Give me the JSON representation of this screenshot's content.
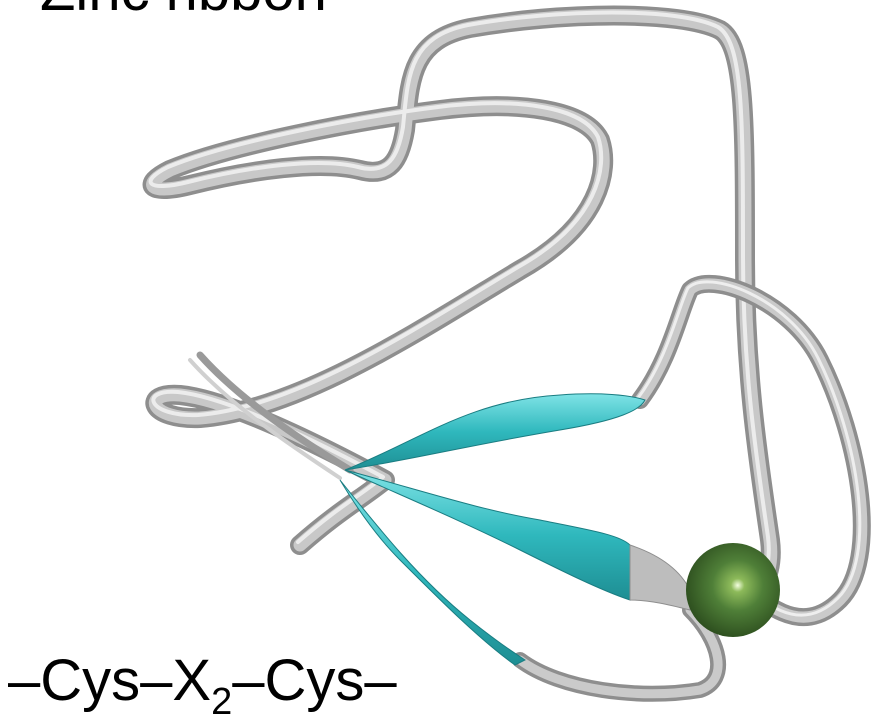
{
  "title_partial": "Zinc ribbon",
  "motif": {
    "lead": "–Cys–X",
    "subscript": "2",
    "tail": "–Cys–"
  },
  "colors": {
    "coil": "#b4b4b4",
    "coil_highlight": "#e8e8e8",
    "strand": "#2fb8bd",
    "strand_highlight": "#7fe3e6",
    "metal": "#3f6b2c",
    "metal_highlight": "#f4ffe0"
  }
}
